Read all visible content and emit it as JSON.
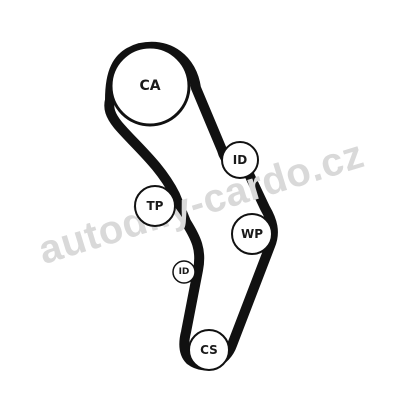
{
  "diagram": {
    "belt_color": "#111111",
    "pulley_fill": "#ffffff",
    "pulleys": [
      {
        "id": "ca",
        "label": "CA"
      },
      {
        "id": "id-upper",
        "label": "ID"
      },
      {
        "id": "tp",
        "label": "TP"
      },
      {
        "id": "wp",
        "label": "WP"
      },
      {
        "id": "id-lower",
        "label": "ID"
      },
      {
        "id": "cs",
        "label": "CS"
      }
    ]
  },
  "watermark": {
    "text": "autodily-cardo.cz",
    "color": "#d9d9d9"
  }
}
